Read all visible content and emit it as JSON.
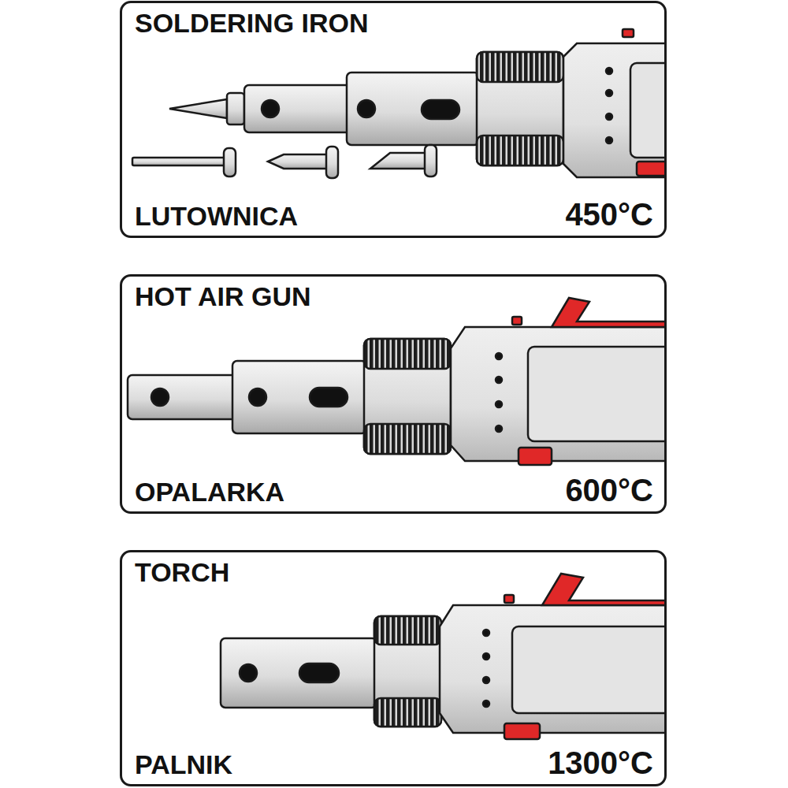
{
  "diagram": {
    "nodes": [
      {
        "text": [
          "SOLDERING IRON",
          "LUTOWNICA",
          "450°C"
        ]
      },
      {
        "text": [
          "HOT AIR GUN",
          "OPALARKA",
          "600°C"
        ]
      },
      {
        "text": [
          "TORCH",
          "PALNIK",
          "1300°C"
        ]
      }
    ]
  }
}
